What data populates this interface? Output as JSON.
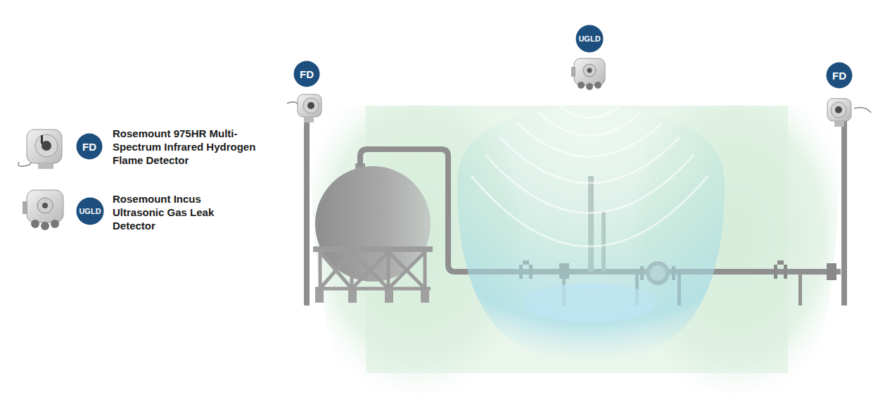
{
  "diagram": {
    "nodes": [
      {
        "text": [
          "FD"
        ]
      },
      {
        "text": [
          "UGLD"
        ]
      },
      {
        "text": [
          "FD"
        ]
      },
      {
        "text": [
          "FD"
        ]
      },
      {
        "text": [
          "UGLD"
        ]
      }
    ],
    "legend": [
      {
        "text": "Rosemount 975HR Multi-Spectrum Infrared Hydrogen Flame Detector"
      },
      {
        "text": "Rosemount Incus Ultrasonic Gas Leak Detector"
      }
    ]
  }
}
